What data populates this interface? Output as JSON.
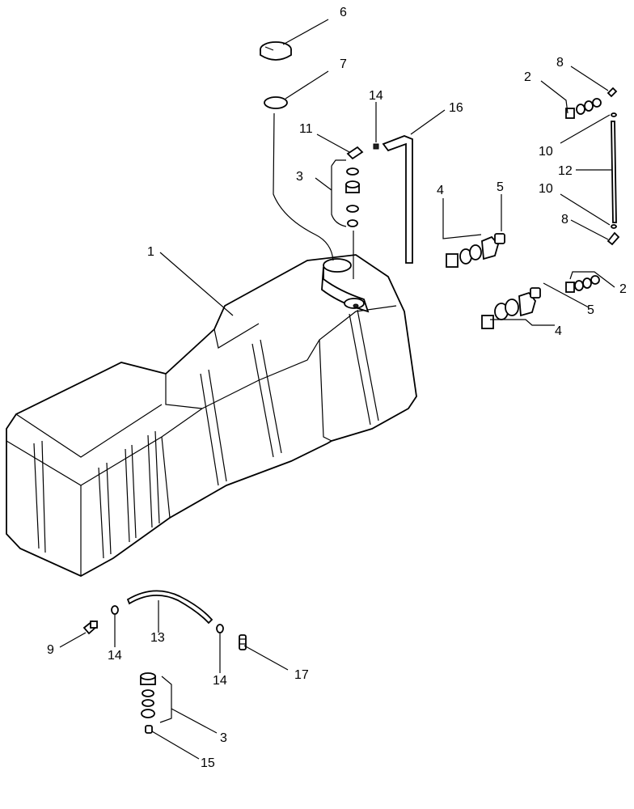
{
  "callouts": {
    "c1": "1",
    "c2a": "2",
    "c2b": "2",
    "c3a": "3",
    "c3b": "3",
    "c4a": "4",
    "c4b": "4",
    "c5a": "5",
    "c5b": "5",
    "c6": "6",
    "c7": "7",
    "c8a": "8",
    "c8b": "8",
    "c9": "9",
    "c10a": "10",
    "c10b": "10",
    "c11": "11",
    "c12": "12",
    "c13": "13",
    "c14a": "14",
    "c14b": "14",
    "c14c": "14",
    "c15": "15",
    "c16": "16",
    "c17": "17"
  }
}
